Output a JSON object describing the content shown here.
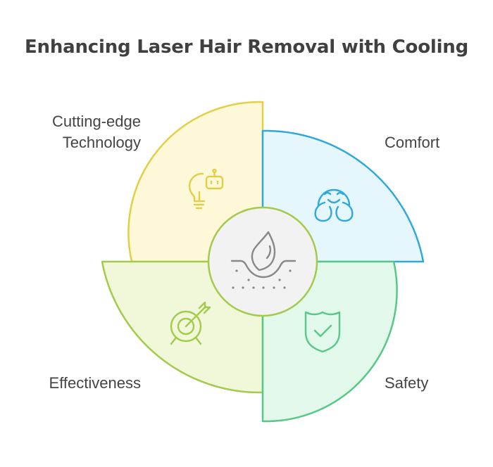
{
  "title": "Enhancing Laser Hair Removal with Cooling",
  "segments": [
    {
      "id": "technology",
      "label_lines": [
        "Cutting-edge",
        "Technology"
      ],
      "icon": "lightbulb-robot-icon",
      "fill": "#FDF8D8",
      "stroke": "#E2CF45"
    },
    {
      "id": "comfort",
      "label_lines": [
        "Comfort"
      ],
      "icon": "happy-face-icon",
      "fill": "#E6F6FD",
      "stroke": "#2FA9DC"
    },
    {
      "id": "effectiveness",
      "label_lines": [
        "Effectiveness"
      ],
      "icon": "target-arrow-icon",
      "fill": "#F1F8D9",
      "stroke": "#A4CA4B"
    },
    {
      "id": "safety",
      "label_lines": [
        "Safety"
      ],
      "icon": "shield-check-icon",
      "fill": "#E1F8EA",
      "stroke": "#57C887"
    }
  ],
  "center": {
    "icon": "hair-follicle-icon",
    "fill": "#F2F2F2",
    "stroke": "#A4CA4B"
  }
}
